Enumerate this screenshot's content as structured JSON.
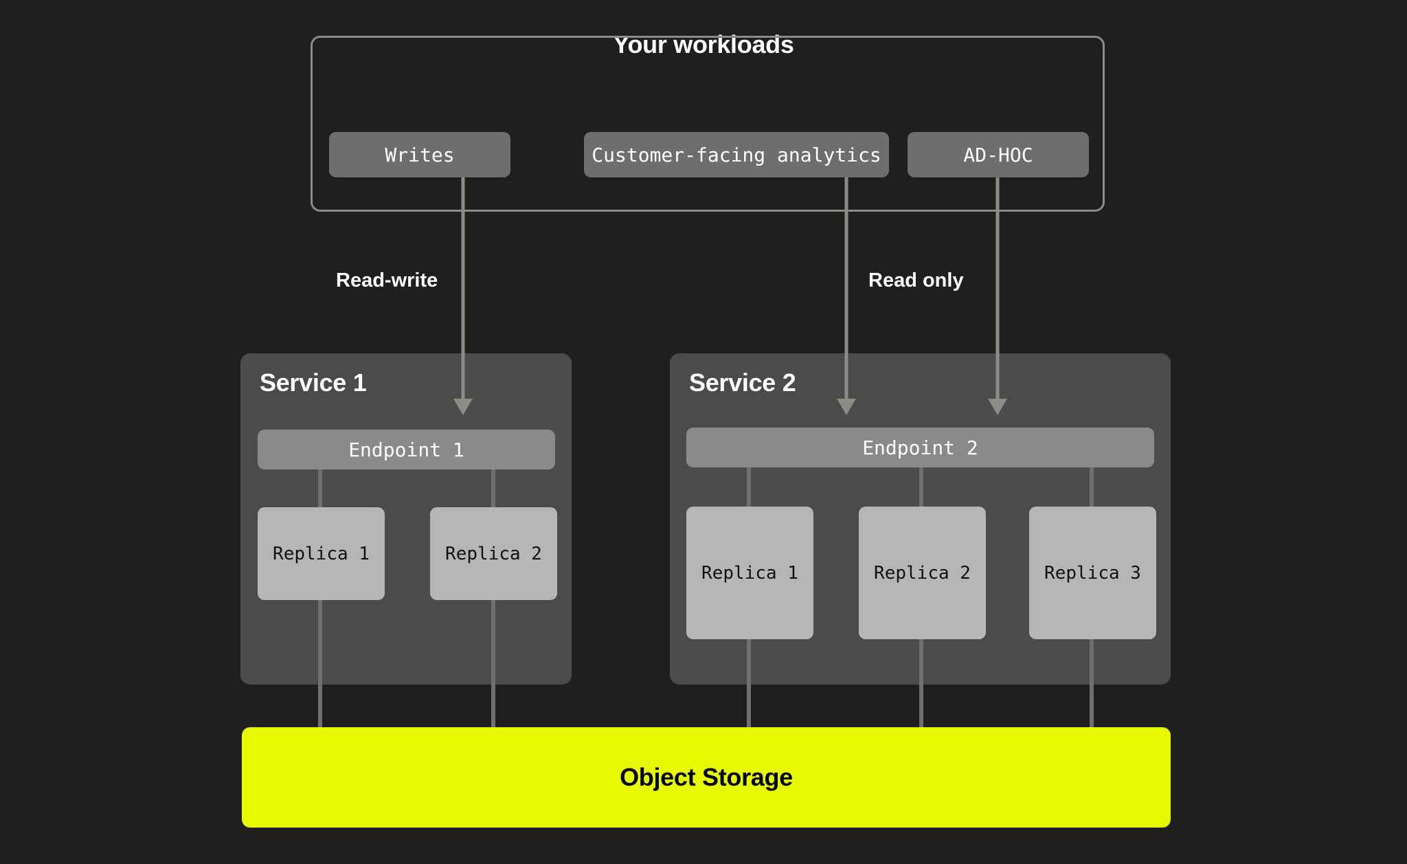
{
  "diagram": {
    "title": "Your workloads",
    "background_color": "#1f201d",
    "accent_color": "#e8fa00"
  },
  "workloads": {
    "title": "Your workloads",
    "chips": [
      {
        "label": "Writes"
      },
      {
        "label": "Customer-facing analytics"
      },
      {
        "label": "AD-HOC"
      }
    ]
  },
  "edge_labels": {
    "read_write": "Read-write",
    "read_only": "Read only"
  },
  "services": [
    {
      "title": "Service 1",
      "endpoint": "Endpoint 1",
      "replicas": [
        {
          "label": "Replica 1"
        },
        {
          "label": "Replica 2"
        }
      ]
    },
    {
      "title": "Service 2",
      "endpoint": "Endpoint 2",
      "replicas": [
        {
          "label": "Replica 1"
        },
        {
          "label": "Replica 2"
        },
        {
          "label": "Replica 3"
        }
      ]
    }
  ],
  "storage": {
    "label": "Object Storage"
  }
}
